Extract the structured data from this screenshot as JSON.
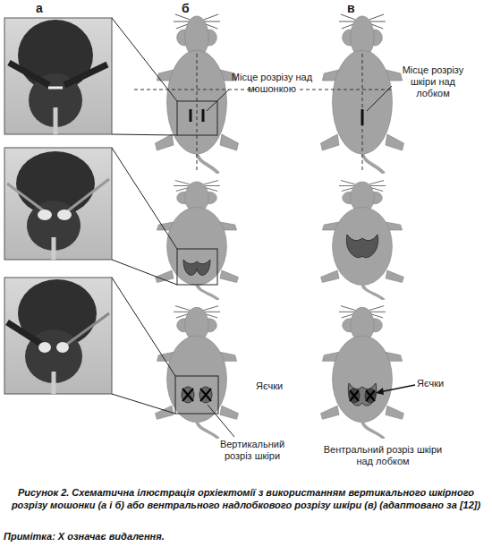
{
  "diagram": {
    "caption": "Рисунок 2. Схематична ілюстрація орхіектомії з використанням вертикального шкірного розрізу мошонки (а і б) або вентрального надлобкового розрізу шкіри (в) (адаптовано за [12])",
    "labels": [
      "а",
      "б",
      "в",
      "Місце розрізу над мошонкою",
      "Місце розрізу шкіри над лобком",
      "Яєчки",
      "Вертикальний розріз шкіри",
      "Яєчки",
      "Вентральний розріз шкіри над лобком",
      "Примітка: X означає видалення."
    ]
  }
}
